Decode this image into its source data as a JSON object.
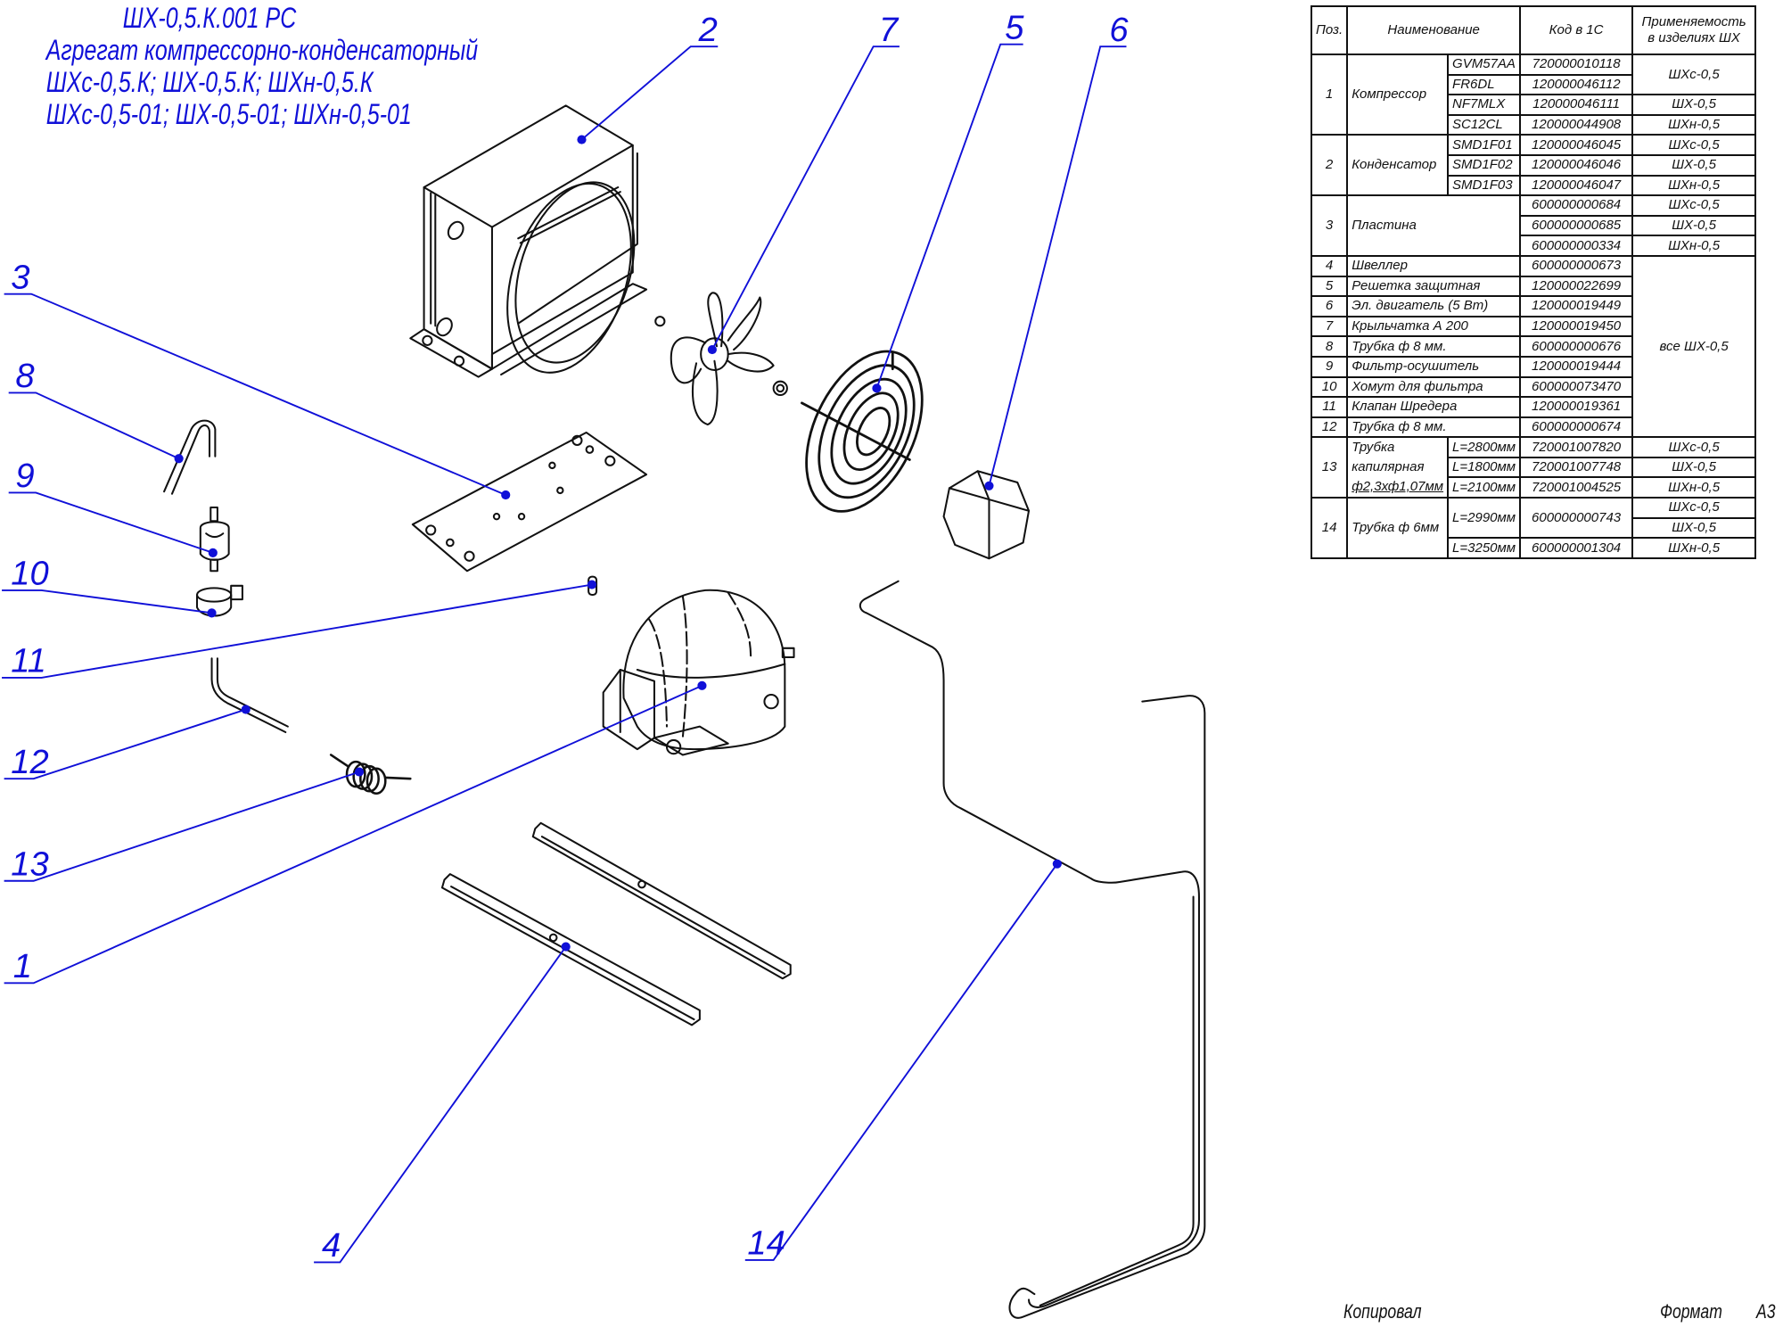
{
  "title": {
    "lines": [
      "ШХ-0,5.К.001 РС",
      "Агрегат компрессорно-конденсаторный",
      "ШХс-0,5.К; ШХ-0,5.К; ШХн-0,5.К",
      "ШХс-0,5-01; ШХ-0,5-01; ШХн-0,5-01"
    ]
  },
  "colors": {
    "callout": "#1010d8",
    "lines": "#111111"
  },
  "callouts": [
    "1",
    "2",
    "3",
    "4",
    "5",
    "6",
    "7",
    "8",
    "9",
    "10",
    "11",
    "12",
    "13",
    "14"
  ],
  "table": {
    "headers": {
      "pos": "Поз.",
      "name": "Наименование",
      "code": "Код в 1С",
      "applicability": "Применяемость в изделиях ШХ"
    },
    "rows": [
      {
        "pos": "1",
        "name": "Компрессор",
        "variants": [
          {
            "sub": "GVM57AA",
            "code": "720000010118"
          },
          {
            "sub": "FR6DL",
            "code": "120000046112"
          },
          {
            "sub": "NF7MLX",
            "code": "120000046111"
          },
          {
            "sub": "SC12CL",
            "code": "120000044908"
          }
        ],
        "app": [
          "ШХс-0,5",
          "ШХ-0,5",
          "ШХн-0,5"
        ]
      },
      {
        "pos": "2",
        "name": "Конденсатор",
        "variants": [
          {
            "sub": "SMD1F01",
            "code": "120000046045"
          },
          {
            "sub": "SMD1F02",
            "code": "120000046046"
          },
          {
            "sub": "SMD1F03",
            "code": "120000046047"
          }
        ],
        "app": [
          "ШХс-0,5",
          "ШХ-0,5",
          "ШХн-0,5"
        ]
      },
      {
        "pos": "3",
        "name": "Пластина",
        "codes": [
          "600000000684",
          "600000000685",
          "600000000334"
        ],
        "app": [
          "ШХс-0,5",
          "ШХ-0,5",
          "ШХн-0,5"
        ]
      },
      {
        "pos": "4",
        "name": "Швеллер",
        "code": "600000000673"
      },
      {
        "pos": "5",
        "name": "Решетка защитная",
        "code": "120000022699"
      },
      {
        "pos": "6",
        "name": "Эл. двигатель (5 Вт)",
        "code": "120000019449"
      },
      {
        "pos": "7",
        "name": "Крыльчатка А 200",
        "code": "120000019450"
      },
      {
        "pos": "8",
        "name": "Трубка ф 8 мм.",
        "code": "600000000676"
      },
      {
        "pos": "9",
        "name": "Фильтр-осушитель",
        "code": "120000019444"
      },
      {
        "pos": "10",
        "name": "Хомут для фильтра",
        "code": "600000073470"
      },
      {
        "pos": "11",
        "name": "Клапан Шредера",
        "code": "120000019361"
      },
      {
        "pos": "12",
        "name": "Трубка ф 8 мм.",
        "code": "600000000674"
      },
      {
        "pos": "13",
        "name_lines": [
          "Трубка",
          "капилярная",
          "ф2,3хф1,07мм"
        ],
        "variants": [
          {
            "sub": "L=2800мм",
            "code": "720001007820",
            "app": "ШХс-0,5"
          },
          {
            "sub": "L=1800мм",
            "code": "720001007748",
            "app": "ШХ-0,5"
          },
          {
            "sub": "L=2100мм",
            "code": "720001004525",
            "app": "ШХн-0,5"
          }
        ]
      },
      {
        "pos": "14",
        "name": "Трубка ф 6мм",
        "variants": [
          {
            "sub": "L=2990мм",
            "code": "600000000743",
            "app": [
              "ШХс-0,5",
              "ШХ-0,5"
            ]
          },
          {
            "sub": "L=3250мм",
            "code": "600000001304",
            "app": [
              "ШХн-0,5"
            ]
          }
        ]
      }
    ],
    "common_app": "все ШХ-0,5"
  },
  "footer": {
    "copied": "Копировал",
    "format_label": "Формат",
    "format_value": "А3"
  }
}
